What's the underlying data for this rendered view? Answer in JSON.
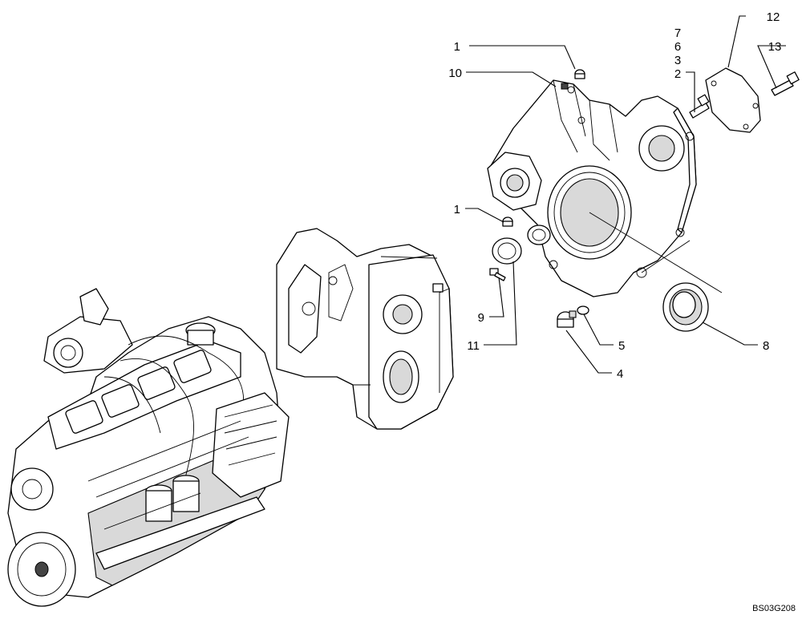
{
  "callouts": {
    "c1_top": "1",
    "c10": "10",
    "c7": "7",
    "c6": "6",
    "c3": "3",
    "c2": "2",
    "c12": "12",
    "c13": "13",
    "c1_mid": "1",
    "c9": "9",
    "c11": "11",
    "c5": "5",
    "c4": "4",
    "c8": "8"
  },
  "drawing_code": "BS03G208"
}
